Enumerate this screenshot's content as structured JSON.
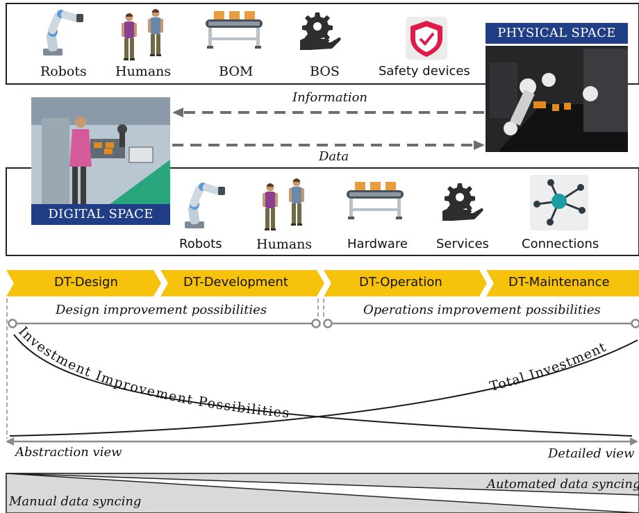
{
  "physical": {
    "title": "PHYSICAL SPACE",
    "items": [
      {
        "label": "Robots",
        "icon": "robot-arm-icon"
      },
      {
        "label": "Humans",
        "icon": "humans-icon"
      },
      {
        "label": "BOM",
        "icon": "conveyor-icon"
      },
      {
        "label": "BOS",
        "icon": "gear-hand-icon"
      },
      {
        "label": "Safety devices",
        "icon": "shield-check-icon"
      }
    ]
  },
  "digital": {
    "title": "DIGITAL SPACE",
    "items": [
      {
        "label": "Robots",
        "icon": "robot-arm-icon"
      },
      {
        "label": "Humans",
        "icon": "humans-icon"
      },
      {
        "label": "Hardware",
        "icon": "conveyor-icon"
      },
      {
        "label": "Services",
        "icon": "gear-hand-icon"
      },
      {
        "label": "Connections",
        "icon": "network-icon"
      }
    ]
  },
  "flows": {
    "information": "Information",
    "data": "Data"
  },
  "phases": [
    "DT-Design",
    "DT-Development",
    "DT-Operation",
    "DT-Maintenance"
  ],
  "possibilities": {
    "design": "Design improvement possibilities",
    "operations": "Operations improvement possibilities"
  },
  "curves": {
    "improvement": "Investment Improvement Possibilities",
    "investment": "Total Investment"
  },
  "views": {
    "abstraction": "Abstraction view",
    "detailed": "Detailed view"
  },
  "syncing": {
    "automated": "Automated data syncing",
    "manual": "Manual data syncing"
  },
  "colors": {
    "phase": "#f6c20b",
    "banner": "#1f3e86",
    "arrow": "#6d6d6d",
    "shield": "#e01b4c",
    "wedge": "#d9d9d9"
  }
}
